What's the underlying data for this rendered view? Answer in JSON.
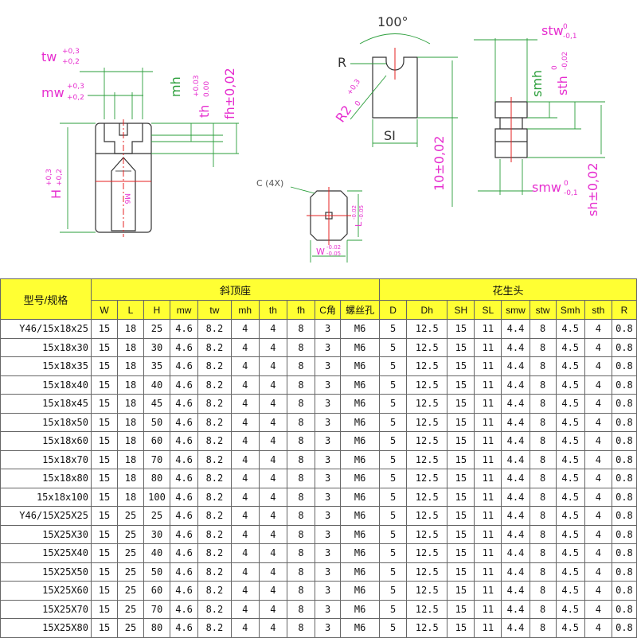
{
  "drawing": {
    "labels": {
      "tw": "tw",
      "tw_tol": [
        "+0,3",
        "+0,2"
      ],
      "mw": "mw",
      "mw_tol": [
        "+0,3",
        "+0,2"
      ],
      "mh": "mh",
      "th": "th",
      "th_tol": [
        "+0.03",
        "0.00"
      ],
      "fh": "fh±0,02",
      "H": "H",
      "H_tol": [
        "+0,3",
        "+0,2"
      ],
      "m6": "M6",
      "angle": "100°",
      "R": "R",
      "R2": "R2",
      "R2_tol": [
        "+0,3",
        "0"
      ],
      "SI": "SI",
      "ten": "10±0,02",
      "c4x": "C (4X)",
      "L": "L",
      "L_tol": [
        "-0.02",
        "-0.05"
      ],
      "W": "W",
      "W_tol": [
        "-0.02",
        "-0.05"
      ],
      "stw": "stw",
      "stw_tol": [
        "0",
        "-0,1"
      ],
      "smh": "smh",
      "sth": "sth",
      "sth_tol": [
        "0",
        "-0,02"
      ],
      "smw": "smw",
      "smw_tol": [
        "0",
        "-0,1"
      ],
      "sh": "sh±0,02"
    },
    "colors": {
      "dim": "#e62ecf",
      "leader": "#2a9e3a",
      "line": "#333333",
      "center": "#e62020"
    }
  },
  "table": {
    "model_header": "型号/规格",
    "group1": "斜顶座",
    "group2": "花生头",
    "columns": [
      "W",
      "L",
      "H",
      "mw",
      "tw",
      "mh",
      "th",
      "fh",
      "C角",
      "螺丝孔",
      "D",
      "Dh",
      "SH",
      "SL",
      "smw",
      "stw",
      "Smh",
      "sth",
      "R"
    ],
    "rows": [
      {
        "model": "Y46/15x18x25",
        "values": [
          "15",
          "18",
          "25",
          "4.6",
          "8.2",
          "4",
          "4",
          "8",
          "3",
          "M6",
          "5",
          "12.5",
          "15",
          "11",
          "4.4",
          "8",
          "4.5",
          "4",
          "0.8"
        ]
      },
      {
        "model": "15x18x30",
        "values": [
          "15",
          "18",
          "30",
          "4.6",
          "8.2",
          "4",
          "4",
          "8",
          "3",
          "M6",
          "5",
          "12.5",
          "15",
          "11",
          "4.4",
          "8",
          "4.5",
          "4",
          "0.8"
        ]
      },
      {
        "model": "15x18x35",
        "values": [
          "15",
          "18",
          "35",
          "4.6",
          "8.2",
          "4",
          "4",
          "8",
          "3",
          "M6",
          "5",
          "12.5",
          "15",
          "11",
          "4.4",
          "8",
          "4.5",
          "4",
          "0.8"
        ]
      },
      {
        "model": "15x18x40",
        "values": [
          "15",
          "18",
          "40",
          "4.6",
          "8.2",
          "4",
          "4",
          "8",
          "3",
          "M6",
          "5",
          "12.5",
          "15",
          "11",
          "4.4",
          "8",
          "4.5",
          "4",
          "0.8"
        ]
      },
      {
        "model": "15x18x45",
        "values": [
          "15",
          "18",
          "45",
          "4.6",
          "8.2",
          "4",
          "4",
          "8",
          "3",
          "M6",
          "5",
          "12.5",
          "15",
          "11",
          "4.4",
          "8",
          "4.5",
          "4",
          "0.8"
        ]
      },
      {
        "model": "15x18x50",
        "values": [
          "15",
          "18",
          "50",
          "4.6",
          "8.2",
          "4",
          "4",
          "8",
          "3",
          "M6",
          "5",
          "12.5",
          "15",
          "11",
          "4.4",
          "8",
          "4.5",
          "4",
          "0.8"
        ]
      },
      {
        "model": "15x18x60",
        "values": [
          "15",
          "18",
          "60",
          "4.6",
          "8.2",
          "4",
          "4",
          "8",
          "3",
          "M6",
          "5",
          "12.5",
          "15",
          "11",
          "4.4",
          "8",
          "4.5",
          "4",
          "0.8"
        ]
      },
      {
        "model": "15x18x70",
        "values": [
          "15",
          "18",
          "70",
          "4.6",
          "8.2",
          "4",
          "4",
          "8",
          "3",
          "M6",
          "5",
          "12.5",
          "15",
          "11",
          "4.4",
          "8",
          "4.5",
          "4",
          "0.8"
        ]
      },
      {
        "model": "15x18x80",
        "values": [
          "15",
          "18",
          "80",
          "4.6",
          "8.2",
          "4",
          "4",
          "8",
          "3",
          "M6",
          "5",
          "12.5",
          "15",
          "11",
          "4.4",
          "8",
          "4.5",
          "4",
          "0.8"
        ]
      },
      {
        "model": "15x18x100",
        "values": [
          "15",
          "18",
          "100",
          "4.6",
          "8.2",
          "4",
          "4",
          "8",
          "3",
          "M6",
          "5",
          "12.5",
          "15",
          "11",
          "4.4",
          "8",
          "4.5",
          "4",
          "0.8"
        ]
      },
      {
        "model": "Y46/15X25X25",
        "values": [
          "15",
          "25",
          "25",
          "4.6",
          "8.2",
          "4",
          "4",
          "8",
          "3",
          "M6",
          "5",
          "12.5",
          "15",
          "11",
          "4.4",
          "8",
          "4.5",
          "4",
          "0.8"
        ]
      },
      {
        "model": "15X25X30",
        "values": [
          "15",
          "25",
          "30",
          "4.6",
          "8.2",
          "4",
          "4",
          "8",
          "3",
          "M6",
          "5",
          "12.5",
          "15",
          "11",
          "4.4",
          "8",
          "4.5",
          "4",
          "0.8"
        ]
      },
      {
        "model": "15X25X40",
        "values": [
          "15",
          "25",
          "40",
          "4.6",
          "8.2",
          "4",
          "4",
          "8",
          "3",
          "M6",
          "5",
          "12.5",
          "15",
          "11",
          "4.4",
          "8",
          "4.5",
          "4",
          "0.8"
        ]
      },
      {
        "model": "15X25X50",
        "values": [
          "15",
          "25",
          "50",
          "4.6",
          "8.2",
          "4",
          "4",
          "8",
          "3",
          "M6",
          "5",
          "12.5",
          "15",
          "11",
          "4.4",
          "8",
          "4.5",
          "4",
          "0.8"
        ]
      },
      {
        "model": "15X25X60",
        "values": [
          "15",
          "25",
          "60",
          "4.6",
          "8.2",
          "4",
          "4",
          "8",
          "3",
          "M6",
          "5",
          "12.5",
          "15",
          "11",
          "4.4",
          "8",
          "4.5",
          "4",
          "0.8"
        ]
      },
      {
        "model": "15X25X70",
        "values": [
          "15",
          "25",
          "70",
          "4.6",
          "8.2",
          "4",
          "4",
          "8",
          "3",
          "M6",
          "5",
          "12.5",
          "15",
          "11",
          "4.4",
          "8",
          "4.5",
          "4",
          "0.8"
        ]
      },
      {
        "model": "15X25X80",
        "values": [
          "15",
          "25",
          "80",
          "4.6",
          "8.2",
          "4",
          "4",
          "8",
          "3",
          "M6",
          "5",
          "12.5",
          "15",
          "11",
          "4.4",
          "8",
          "4.5",
          "4",
          "0.8"
        ]
      }
    ]
  }
}
